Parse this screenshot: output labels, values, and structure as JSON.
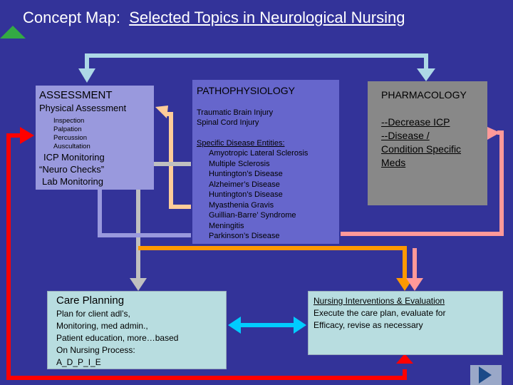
{
  "title": {
    "prefix": "Concept Map:",
    "main": "Selected Topics in Neurological Nursing"
  },
  "assessment": {
    "heading": "ASSESSMENT",
    "sub": "Physical Assessment",
    "techniques": [
      "Inspection",
      "Palpation",
      "Percussion",
      "Auscultation"
    ],
    "items": [
      "ICP Monitoring",
      "“Neuro Checks”",
      "Lab Monitoring"
    ]
  },
  "pathophysiology": {
    "heading": "PATHOPHYSIOLOGY",
    "injuries": [
      "Traumatic Brain Injury",
      "Spinal Cord Injury"
    ],
    "entities_heading": "Specific Disease Entities:",
    "entities": [
      "Amyotropic Lateral Sclerosis",
      "Multiple Sclerosis",
      "Huntington’s Disease",
      "Alzheimer’s Disease",
      "Huntington’s Disease",
      "Myasthenia Gravis",
      "Guillian-Barre’ Syndrome",
      "Meningitis",
      "Parkinson’s Disease"
    ]
  },
  "pharmacology": {
    "heading": "PHARMACOLOGY",
    "lines": [
      "--Decrease ICP",
      "--Disease /",
      "Condition Specific",
      "Meds"
    ]
  },
  "care_planning": {
    "heading": "Care Planning",
    "lines": [
      "Plan for client adl’s,",
      "Monitoring, med admin.,",
      "Patient education, more…based",
      "On Nursing Process:",
      "A_D_P_I_E"
    ]
  },
  "nursing": {
    "heading": "Nursing Interventions & Evaluation",
    "lines": [
      "Execute  the care plan, evaluate for",
      "Efficacy, revise as necessary"
    ]
  },
  "colors": {
    "background": "#333399",
    "green_nav": "#33aa44",
    "light_blue": "#add8e6",
    "peach": "#ffcc99",
    "gray": "#c0c0c0",
    "orange": "#ff9900",
    "pink": "#ff9999",
    "red": "#ff0000",
    "cyan": "#00ccff"
  }
}
